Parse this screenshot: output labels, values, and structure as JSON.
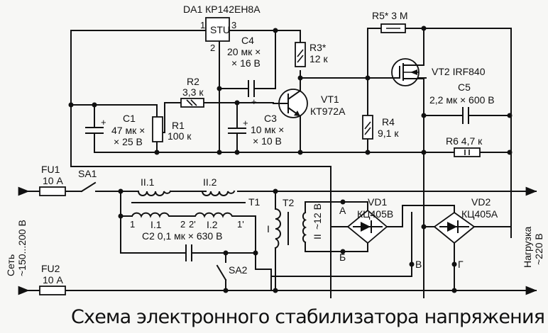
{
  "title": "Схема электронного стабилизатора напряжения",
  "components": {
    "da1": {
      "ref": "DA1 КР142ЕН8А",
      "inner": "STU",
      "pin1": "1",
      "pin2": "2",
      "pin3": "3"
    },
    "c4": {
      "ref": "C4",
      "value1": "20 мк ×",
      "value2": "× 16 В",
      "polarity": "+"
    },
    "r3": {
      "ref": "R3*",
      "value": "12 к"
    },
    "r5": {
      "ref": "R5* 3 М"
    },
    "vt2": {
      "ref": "VT2 IRF840"
    },
    "c5": {
      "ref": "C5",
      "value": "2,2 мк × 600 В"
    },
    "r2": {
      "ref": "R2",
      "value": "3,3 к"
    },
    "c1": {
      "ref": "C1",
      "value1": "47 мк ×",
      "value2": "× 25 В",
      "polarity": "+"
    },
    "r1": {
      "ref": "R1",
      "value": "100 к"
    },
    "c3": {
      "ref": "C3",
      "value1": "10 мк ×",
      "value2": "× 10 В",
      "polarity": "+"
    },
    "vt1": {
      "ref": "VT1",
      "value": "КТ972А"
    },
    "r4": {
      "ref": "R4",
      "value": "9,1 к"
    },
    "r6": {
      "ref": "R6 4,7 к"
    },
    "fu1": {
      "ref": "FU1",
      "value": "10 А"
    },
    "fu2": {
      "ref": "FU2",
      "value": "10 А"
    },
    "sa1": {
      "ref": "SA1"
    },
    "sa2": {
      "ref": "SA2"
    },
    "t1": {
      "ref": "T1",
      "w21": "II.1",
      "w22": "II.2",
      "w11": "I.1",
      "w12": "I.2",
      "pin1": "1",
      "pin2": "2",
      "pin2p": "2'",
      "pin1p": "1'"
    },
    "c2": {
      "ref": "C2 0,1 мк × 630 В"
    },
    "t2": {
      "ref": "T2",
      "primary": "I",
      "secondary": "II",
      "sec_voltage": "~12 В"
    },
    "vd1": {
      "ref": "VD1",
      "value": "КЦ405В"
    },
    "vd2": {
      "ref": "VD2",
      "value": "КЦ405А"
    }
  },
  "nodes": {
    "a": "А",
    "b": "Б",
    "v": "В",
    "g": "Г"
  },
  "input": {
    "line1": "Сеть",
    "line2": "~150...200 В"
  },
  "output": {
    "line1": "Нагрузка",
    "line2": "~220 В"
  }
}
